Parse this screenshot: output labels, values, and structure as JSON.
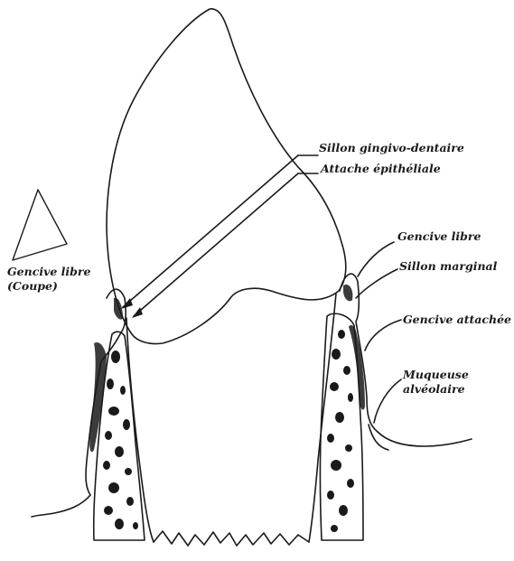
{
  "diagram": {
    "labels": {
      "sillon_gingivo_dentaire": "Sillon gingivo-dentaire",
      "attache_epitheliale": "Attache épithéliale",
      "gencive_libre": "Gencive libre",
      "sillon_marginal": "Sillon marginal",
      "gencive_attachee": "Gencive attachée",
      "muqueuse_line1": "Muqueuse",
      "muqueuse_line2": "alvéolaire",
      "inset_line1": "Gencive libre",
      "inset_line2": "(Coupe)"
    },
    "colors": {
      "ink": "#1a1a1a",
      "paper": "#ffffff"
    }
  }
}
